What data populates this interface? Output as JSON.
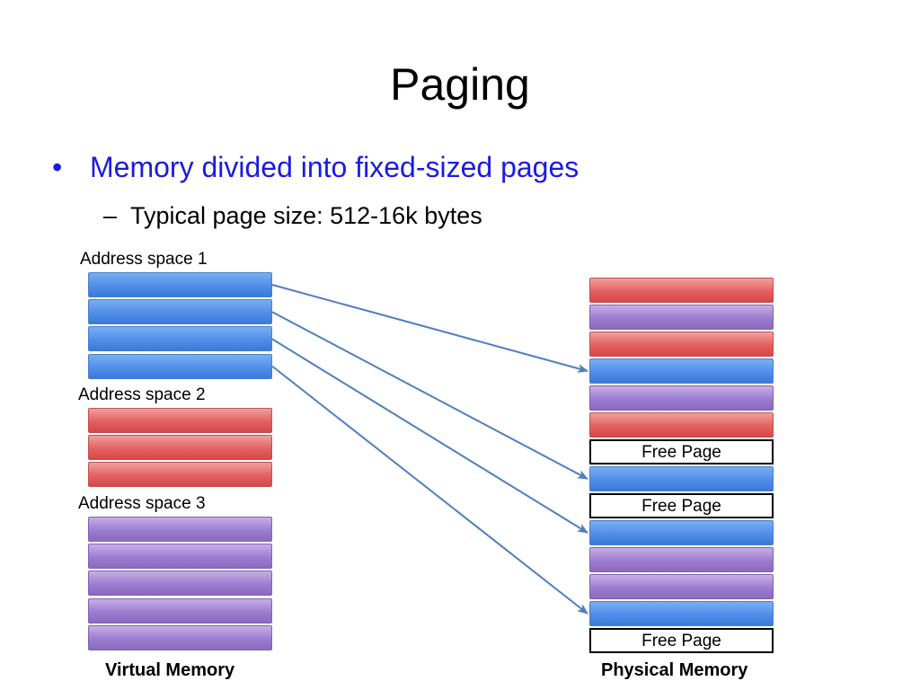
{
  "slide": {
    "title": "Paging",
    "bullet": "Memory divided into fixed-sized pages",
    "subbullet": "Typical page size: 512-16k bytes",
    "bullet_color": "#1a1ae6"
  },
  "virtual_memory": {
    "label": "Virtual Memory",
    "address_spaces": [
      {
        "label": "Address space 1",
        "color": "blue",
        "page_count": 4
      },
      {
        "label": "Address space 2",
        "color": "red",
        "page_count": 3
      },
      {
        "label": "Address space 3",
        "color": "purple",
        "page_count": 5
      }
    ]
  },
  "physical_memory": {
    "label": "Physical Memory",
    "frames": [
      {
        "color": "red"
      },
      {
        "color": "purple"
      },
      {
        "color": "red"
      },
      {
        "color": "blue"
      },
      {
        "color": "purple"
      },
      {
        "color": "red"
      },
      {
        "color": "free",
        "label": "Free Page"
      },
      {
        "color": "blue"
      },
      {
        "color": "free",
        "label": "Free Page"
      },
      {
        "color": "blue"
      },
      {
        "color": "purple"
      },
      {
        "color": "purple"
      },
      {
        "color": "blue"
      },
      {
        "color": "free",
        "label": "Free Page"
      }
    ]
  },
  "mappings": [
    {
      "from_space": 0,
      "from_page": 0,
      "to_frame": 3
    },
    {
      "from_space": 0,
      "from_page": 1,
      "to_frame": 7
    },
    {
      "from_space": 0,
      "from_page": 2,
      "to_frame": 9
    },
    {
      "from_space": 0,
      "from_page": 3,
      "to_frame": 12
    }
  ],
  "colors": {
    "blue": "#4f8ee8",
    "red": "#e46060",
    "purple": "#9b7cd0",
    "arrow": "#4f7fbf"
  }
}
